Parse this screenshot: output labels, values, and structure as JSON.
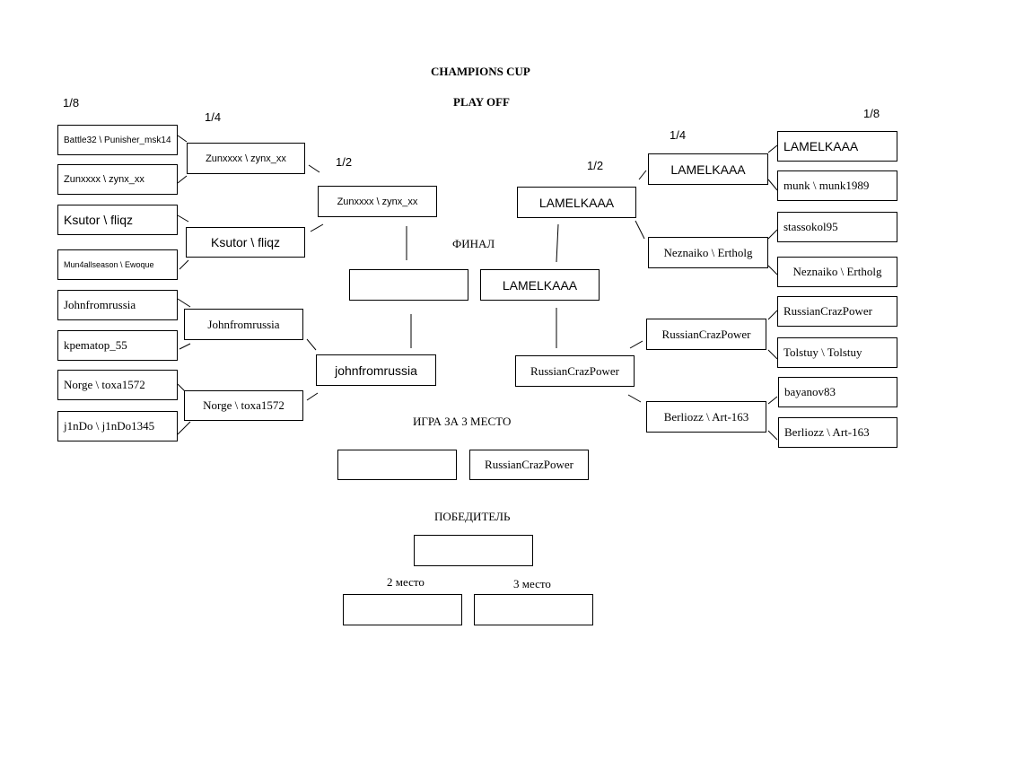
{
  "header": {
    "title": "CHAMPIONS CUP",
    "subtitle": "PLAY OFF"
  },
  "round_labels": {
    "left_eighth": "1/8",
    "left_quarter": "1/4",
    "left_semi": "1/2",
    "right_semi": "1/2",
    "right_quarter": "1/4",
    "right_eighth": "1/8"
  },
  "left": {
    "eighth": [
      "Battle32 \\ Punisher_msk14",
      "Zunxxxx \\ zynx_xx",
      "Ksutor \\ fliqz",
      "Mun4allseason \\ Ewoque",
      "Johnfromrussia",
      "kpematop_55",
      "Norge \\ toxa1572",
      "j1nDo \\ j1nDo1345"
    ],
    "quarter": [
      "Zunxxxx \\ zynx_xx",
      "Ksutor \\ fliqz",
      "Johnfromrussia",
      "Norge \\ toxa1572"
    ],
    "semi": [
      "Zunxxxx \\ zynx_xx",
      "johnfromrussia"
    ]
  },
  "right": {
    "eighth": [
      "LAMELKAAA",
      "munk \\ munk1989",
      "stassokol95",
      "Neznaiko \\ Ertholg",
      "RussianCrazPower",
      "Tolstuy \\ Tolstuy",
      "bayanov83",
      "Berliozz \\ Art-163"
    ],
    "quarter": [
      "LAMELKAAA",
      "Neznaiko \\ Ertholg",
      "RussianCrazPower",
      "Berliozz \\ Art-163"
    ],
    "semi": [
      "LAMELKAAA",
      "RussianCrazPower"
    ]
  },
  "final": {
    "label": "ФИНАЛ",
    "left": "",
    "right": "LAMELKAAA"
  },
  "third_place_match": {
    "label": "ИГРА ЗА 3 МЕСТО",
    "left": "",
    "right": "RussianCrazPower"
  },
  "winner": {
    "label": "ПОБЕДИТЕЛЬ",
    "name": ""
  },
  "places": {
    "second_label": "2 место",
    "second": "",
    "third_label": "3 место",
    "third": ""
  }
}
